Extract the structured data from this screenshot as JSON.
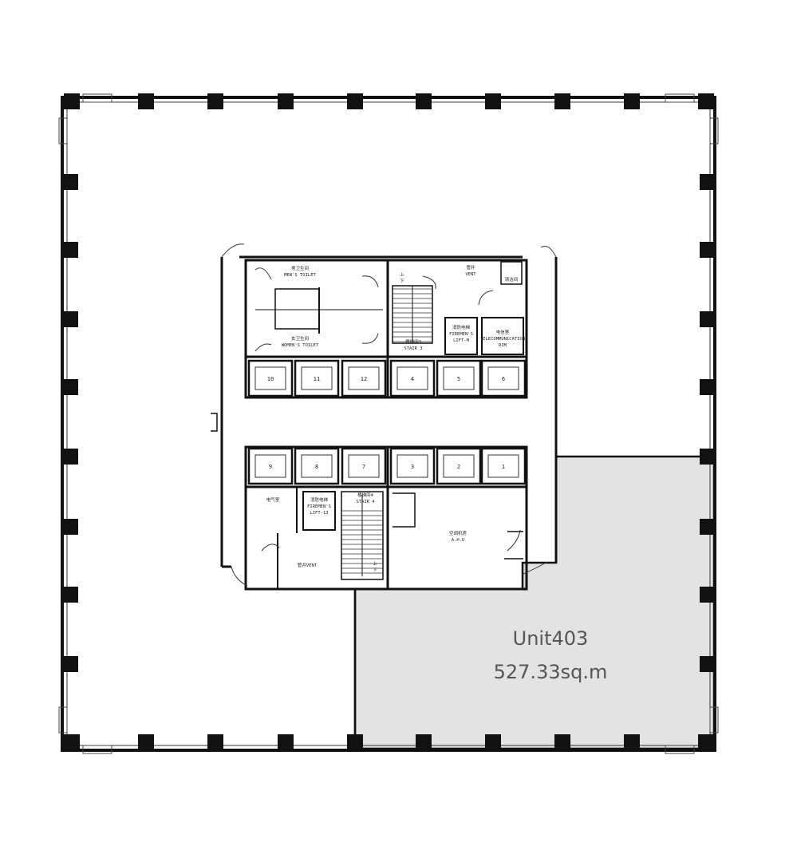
{
  "unit": {
    "name": "Unit403",
    "area": "527.33sq.m",
    "highlight_color": "#e3e3e3"
  },
  "rooms": {
    "mens_toilet_cn": "男卫生间",
    "mens_toilet_en": "MEN'S TOILET",
    "womens_toilet_cn": "女卫生间",
    "womens_toilet_en": "WOMEN'S TOILET",
    "vent_cn": "管井",
    "vent_en": "VENT",
    "cleaning_cn": "清洁间",
    "fire_lift_a_cn": "消防电梯",
    "fire_lift_a_en1": "FIREMEN'S",
    "fire_lift_a_en2": "LIFT-M",
    "telecom_cn": "电信室",
    "telecom_en1": "TELECOMMUNICATION",
    "telecom_en2": "RIM",
    "stair_a_cn": "楼梯间3",
    "stair_a_en": "STAIR 3",
    "stair_a_up": "上",
    "stair_a_down": "下",
    "electric_cn": "电气室",
    "fire_lift_b_cn": "消防电梯",
    "fire_lift_b_en1": "FIREMEN'S",
    "fire_lift_b_en2": "LIFT-13",
    "stair_b_cn": "楼梯间4",
    "stair_b_en": "STAIR 4",
    "stair_b_up": "上",
    "stair_b_down": "下",
    "ahu_cn": "空调机房",
    "ahu_en": "A.H.U",
    "vent2_cn": "管井VENT"
  },
  "lifts_top": [
    "10",
    "11",
    "12",
    "4",
    "5",
    "6"
  ],
  "lifts_bottom": [
    "9",
    "8",
    "7",
    "3",
    "2",
    "1"
  ],
  "colors": {
    "wall": "#111111",
    "line": "#222222",
    "background": "#ffffff"
  }
}
